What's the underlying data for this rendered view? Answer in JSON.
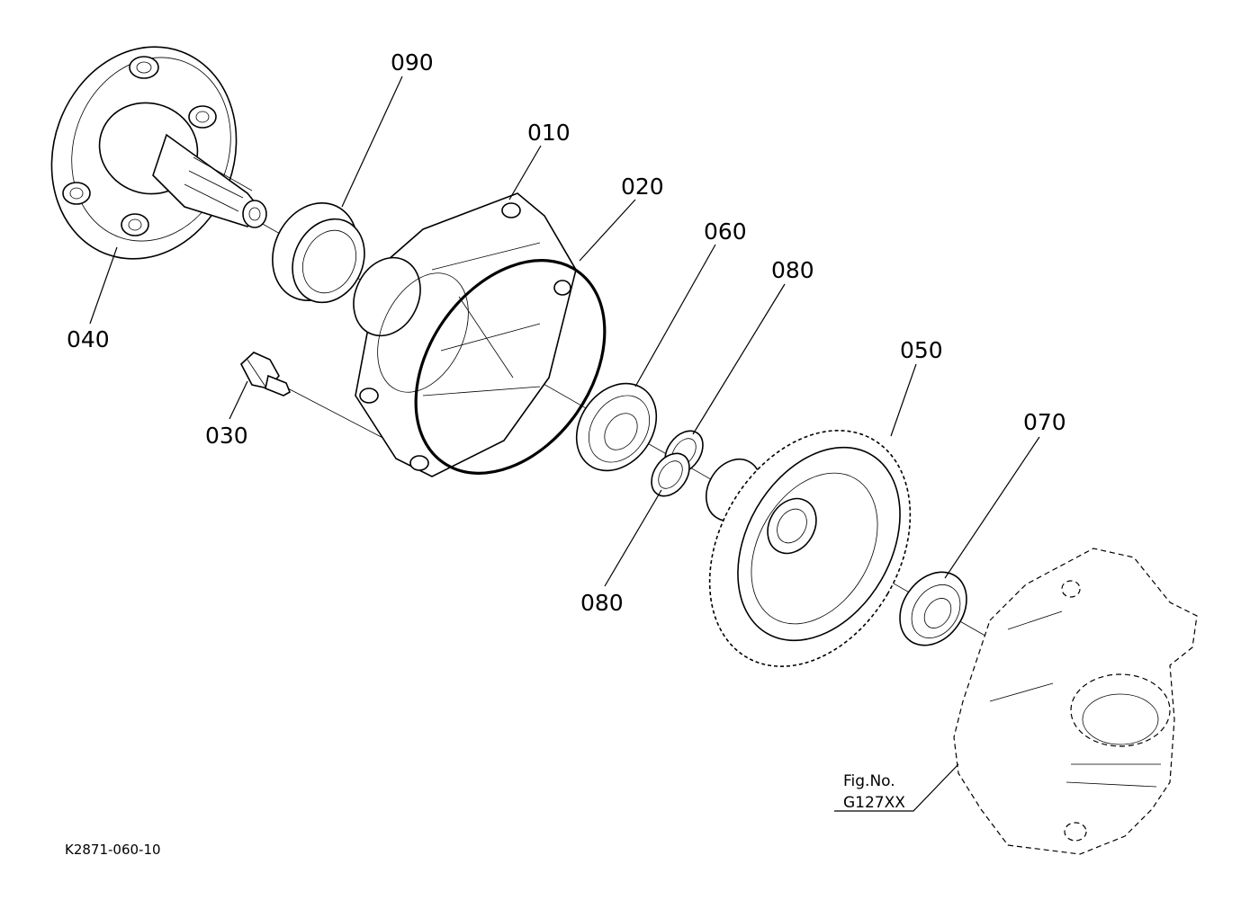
{
  "callouts": {
    "c090": "090",
    "c010": "010",
    "c020": "020",
    "c060": "060",
    "c080_top": "080",
    "c040": "040",
    "c030": "030",
    "c050": "050",
    "c070": "070",
    "c080_bottom": "080"
  },
  "figure_reference": {
    "line1": "Fig.No.",
    "line2": "G127XX"
  },
  "drawing_code": "K2871-060-10"
}
